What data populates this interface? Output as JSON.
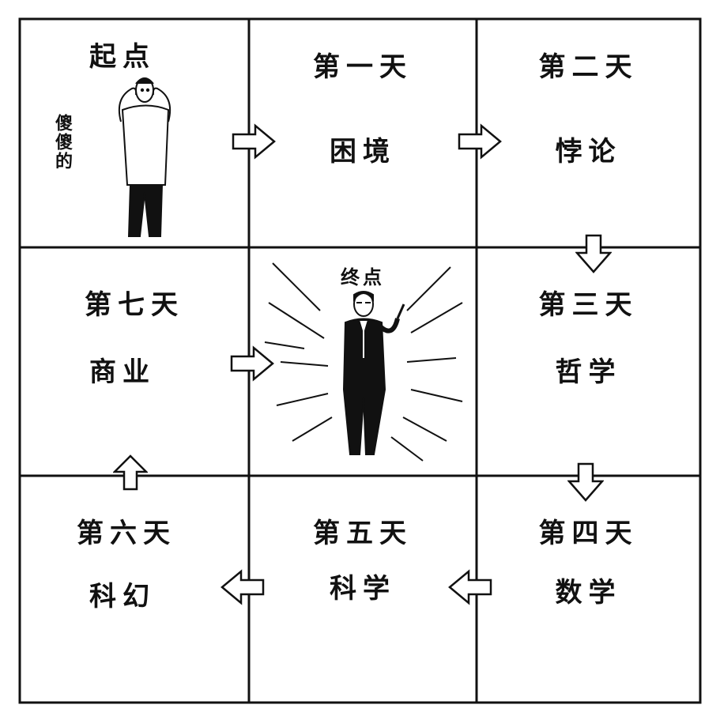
{
  "cells": {
    "start": {
      "title": "起点",
      "note": "傻傻的"
    },
    "day1": {
      "day": "第一天",
      "topic": "困境"
    },
    "day2": {
      "day": "第二天",
      "topic": "悖论"
    },
    "day7": {
      "day": "第七天",
      "topic": "商业"
    },
    "end": {
      "title": "终点"
    },
    "day3": {
      "day": "第三天",
      "topic": "哲学"
    },
    "day6": {
      "day": "第六天",
      "topic": "科幻"
    },
    "day5": {
      "day": "第五天",
      "topic": "科学"
    },
    "day4": {
      "day": "第四天",
      "topic": "数学"
    }
  },
  "colors": {
    "ink": "#111111",
    "paper": "#ffffff"
  }
}
